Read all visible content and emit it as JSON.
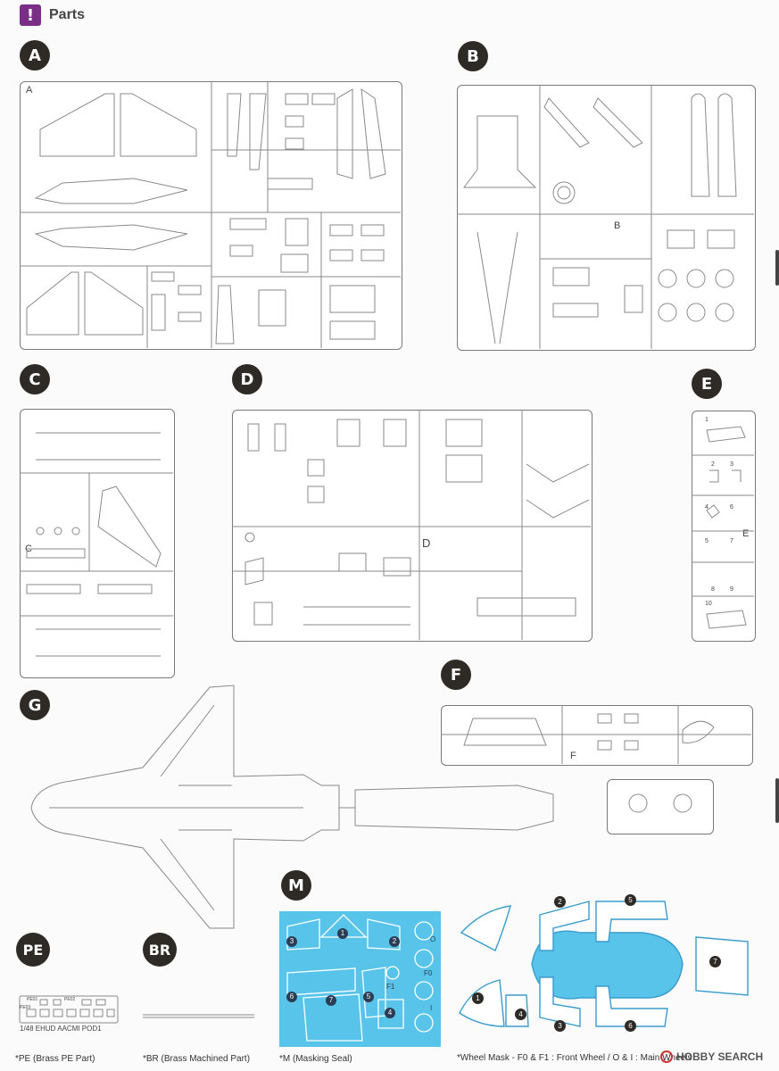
{
  "header": {
    "icon_text": "!",
    "title": "Parts"
  },
  "sections": {
    "A": "A",
    "B": "B",
    "C": "C",
    "D": "D",
    "E": "E",
    "F": "F",
    "G": "G",
    "M": "M",
    "PE": "PE",
    "BR": "BR"
  },
  "frame_labels": {
    "A": "A",
    "B": "B",
    "C": "C",
    "D": "D",
    "E": "E",
    "F": "F",
    "F1": "F1",
    "F0": "F0",
    "O": "O",
    "I": "I"
  },
  "e_part_numbers": [
    "1",
    "2",
    "3",
    "4",
    "5",
    "6",
    "7",
    "8",
    "9",
    "10"
  ],
  "pe": {
    "row1": "PE01",
    "row1b": "PE02",
    "row2": "PE03",
    "caption": "1/48 EHUD AACMI POD1"
  },
  "mask_numbers": [
    "1",
    "2",
    "3",
    "4",
    "5",
    "6",
    "7"
  ],
  "footnotes": {
    "pe": "*PE (Brass PE Part)",
    "br": "*BR (Brass Machined Part)",
    "m": "*M (Masking Seal)",
    "wheel": "*Wheel Mask - F0 & F1 : Front Wheel / O & I : Main Wheels"
  },
  "watermark": {
    "text": "HOBBY SEARCH"
  },
  "colors": {
    "accent": "#7a2f86",
    "mask": "#59c4ea",
    "badge": "#2e2a25"
  }
}
